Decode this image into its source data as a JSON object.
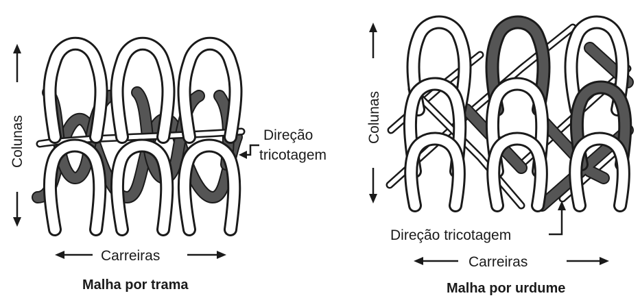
{
  "left_panel": {
    "vertical_label": "Colunas",
    "direction_label_line1": "Direção",
    "direction_label_line2": "tricotagem",
    "horizontal_label": "Carreiras",
    "caption": "Malha por trama"
  },
  "right_panel": {
    "vertical_label": "Colunas",
    "direction_label": "Direção tricotagem",
    "horizontal_label": "Carreiras",
    "caption": "Malha por urdume"
  }
}
